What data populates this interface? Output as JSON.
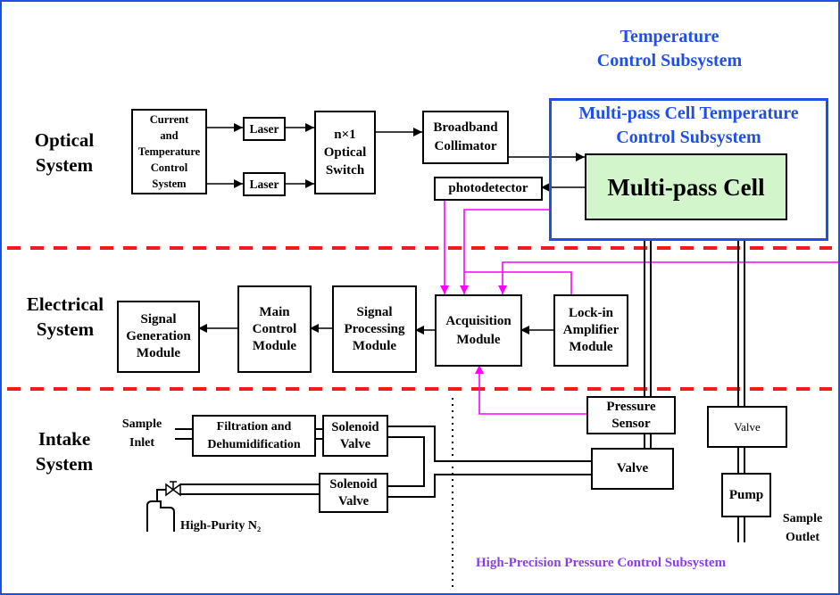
{
  "titles": {
    "temperature_control_subsystem": "Temperature\nControl Subsystem",
    "multipass_cell_temperature_control_subsystem": "Multi-pass Cell Temperature\nControl Subsystem",
    "high_precision_pressure_control_subsystem": "High-Precision Pressure Control Subsystem"
  },
  "sections": {
    "optical": "Optical\nSystem",
    "electrical": "Electrical\nSystem",
    "intake": "Intake\nSystem"
  },
  "optical_system": {
    "current_temperature_control": "Current\nand\nTemperature\nControl\nSystem",
    "laser_1": "Laser",
    "laser_2": "Laser",
    "optical_switch": "n×1\nOptical\nSwitch",
    "broadband_collimator": "Broadband\nCollimator",
    "photodetector": "photodetector",
    "multipass_cell": "Multi-pass Cell"
  },
  "electrical_system": {
    "signal_generation": "Signal\nGeneration\nModule",
    "main_control": "Main\nControl\nModule",
    "signal_processing": "Signal\nProcessing\nModule",
    "acquisition": "Acquisition\nModule",
    "lock_in_amplifier": "Lock-in\nAmplifier\nModule"
  },
  "intake_system": {
    "sample_inlet": "Sample\nInlet",
    "filtration": "Filtration and\nDehumidification",
    "solenoid_valve_1": "Solenoid\nValve",
    "solenoid_valve_2": "Solenoid\nValve",
    "nitrogen_source": "High-Purity N₂",
    "pressure_sensor": "Pressure\nSensor",
    "valve_1": "Valve",
    "valve_2": "Valve",
    "pump": "Pump",
    "sample_outlet": "Sample\nOutlet"
  },
  "colors": {
    "subsystem_blue": "#1f4fe6",
    "divider_red": "#ee1c1c",
    "signal_magenta": "#ff00ff",
    "pressure_subsystem_purple": "#8a40e0",
    "cell_fill_green": "#d3f5cc"
  }
}
